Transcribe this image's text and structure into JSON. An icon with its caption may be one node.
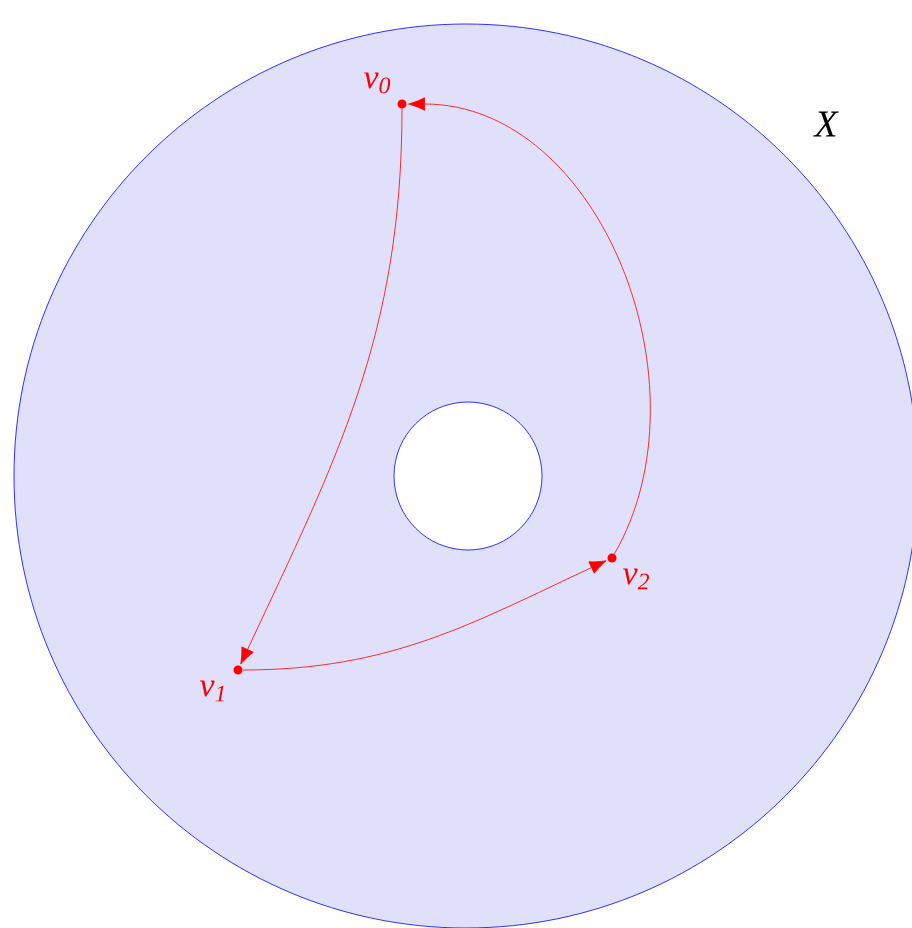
{
  "diagram": {
    "nodes": [
      {
        "text": [
          "v$_{0}$"
        ]
      },
      {
        "text": [
          "v$_{1}$"
        ]
      },
      {
        "text": [
          "v$_{2}$"
        ]
      }
    ],
    "edges": [
      {
        "from": 0,
        "to": 1,
        "arrow": "to"
      },
      {
        "from": 1,
        "to": 2,
        "arrow": "to"
      },
      {
        "from": 2,
        "to": 0,
        "arrow": "to"
      }
    ],
    "labels": [
      "X"
    ]
  }
}
